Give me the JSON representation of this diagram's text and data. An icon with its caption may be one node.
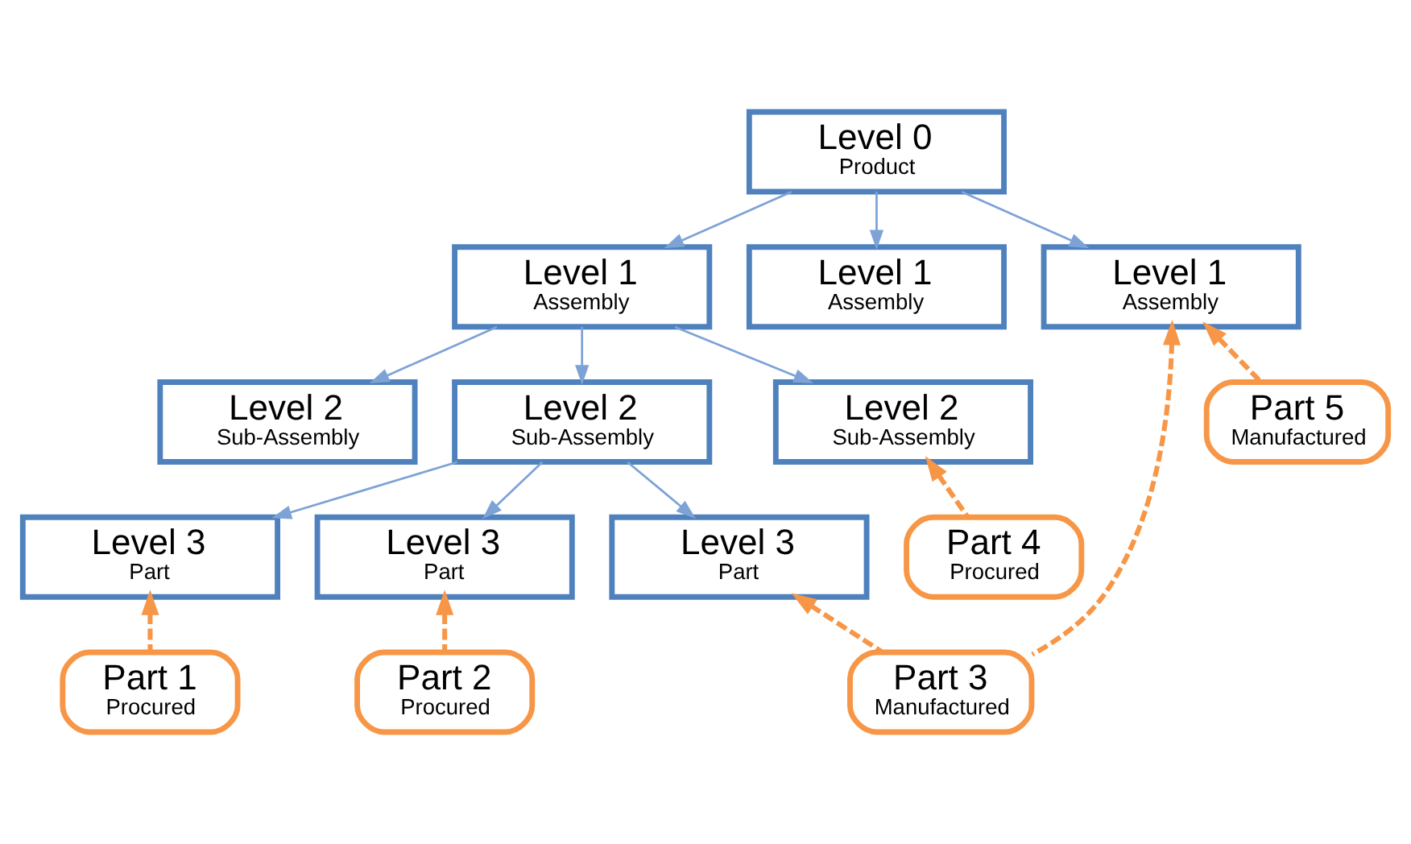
{
  "diagram": {
    "nodes": [
      {
        "text": [
          "Level 0",
          "Product"
        ]
      },
      {
        "text": [
          "Level 1",
          "Assembly"
        ]
      },
      {
        "text": [
          "Level 1",
          "Assembly"
        ]
      },
      {
        "text": [
          "Level 1",
          "Assembly"
        ]
      },
      {
        "text": [
          "Level 2",
          "Sub-Assembly"
        ]
      },
      {
        "text": [
          "Level 2",
          "Sub-Assembly"
        ]
      },
      {
        "text": [
          "Level 2",
          "Sub-Assembly"
        ]
      },
      {
        "text": [
          "Level 3",
          "Part"
        ]
      },
      {
        "text": [
          "Level 3",
          "Part"
        ]
      },
      {
        "text": [
          "Level 3",
          "Part"
        ]
      },
      {
        "text": [
          "Part 1",
          "Procured"
        ]
      },
      {
        "text": [
          "Part 2",
          "Procured"
        ]
      },
      {
        "text": [
          "Part 3",
          "Manufactured"
        ]
      },
      {
        "text": [
          "Part 4",
          "Procured"
        ]
      },
      {
        "text": [
          "Part 5",
          "Manufactured"
        ]
      }
    ],
    "edges": [
      {
        "from": 0,
        "to": 1,
        "arrow": "to"
      },
      {
        "from": 0,
        "to": 2,
        "arrow": "to"
      },
      {
        "from": 0,
        "to": 3,
        "arrow": "to"
      },
      {
        "from": 1,
        "to": 4,
        "arrow": "to"
      },
      {
        "from": 1,
        "to": 5,
        "arrow": "to"
      },
      {
        "from": 1,
        "to": 6,
        "arrow": "to"
      },
      {
        "from": 5,
        "to": 7,
        "arrow": "to"
      },
      {
        "from": 5,
        "to": 8,
        "arrow": "to"
      },
      {
        "from": 5,
        "to": 9,
        "arrow": "to"
      },
      {
        "from": 10,
        "to": 7,
        "arrow": "to",
        "style": "dashed",
        "color": "#f79646"
      },
      {
        "from": 11,
        "to": 8,
        "arrow": "to",
        "style": "dashed",
        "color": "#f79646"
      },
      {
        "from": 12,
        "to": 9,
        "arrow": "to",
        "style": "dashed",
        "color": "#f79646"
      },
      {
        "from": 12,
        "to": 3,
        "arrow": "to",
        "style": "dashed",
        "color": "#f79646"
      },
      {
        "from": 13,
        "to": 6,
        "arrow": "to",
        "style": "dashed",
        "color": "#f79646"
      },
      {
        "from": 14,
        "to": 3,
        "arrow": "to",
        "style": "dashed",
        "color": "#f79646"
      }
    ]
  }
}
